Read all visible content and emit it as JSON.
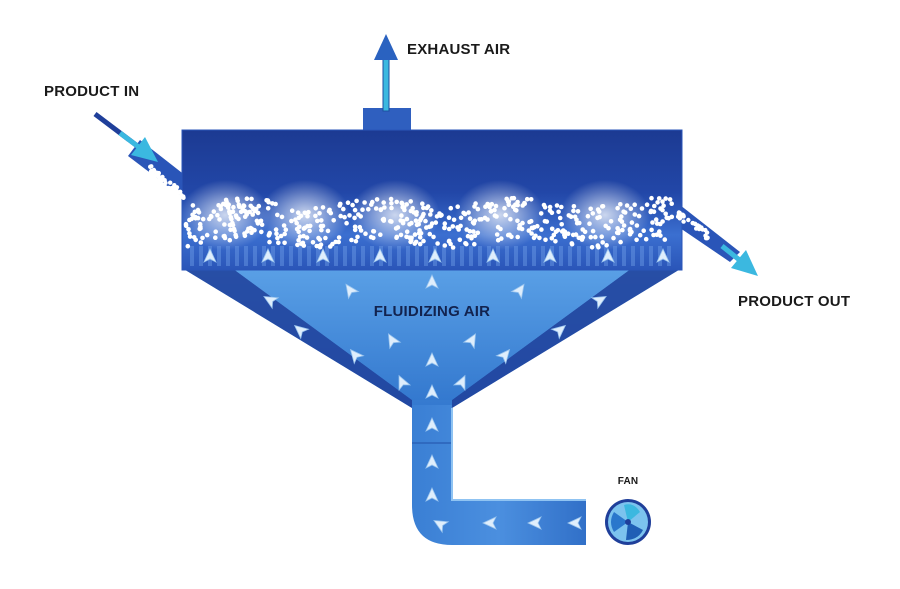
{
  "labels": {
    "product_in": "PRODUCT IN",
    "exhaust_air": "EXHAUST AIR",
    "product_out": "PRODUCT OUT",
    "fluidizing_air": "FLUIDIZING AIR",
    "fan": "FAN"
  },
  "colors": {
    "chamber_dark": "#1f3f9a",
    "hopper_light": "#3f86d6",
    "arrow_cyan": "#3bb8e0",
    "particle": "#ffffff"
  },
  "icons": [
    "fan-icon",
    "air-flow-arrow-icon",
    "exhaust-arrow-icon",
    "product-in-arrow-icon",
    "product-out-arrow-icon"
  ]
}
